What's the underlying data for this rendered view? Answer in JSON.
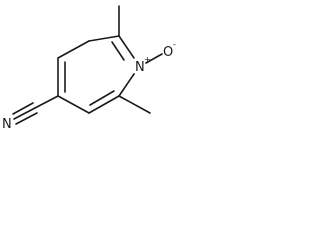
{
  "molecule": {
    "atoms": {
      "ring_nitrogen": "N",
      "ring_nitrogen_charge": "+",
      "oxide_oxygen": "O",
      "oxide_oxygen_charge": "-",
      "nitrile_nitrogen": "N"
    },
    "colors": {
      "bond": "#1a1a1a",
      "label": "#1a1a1a",
      "background": "#ffffff"
    }
  }
}
